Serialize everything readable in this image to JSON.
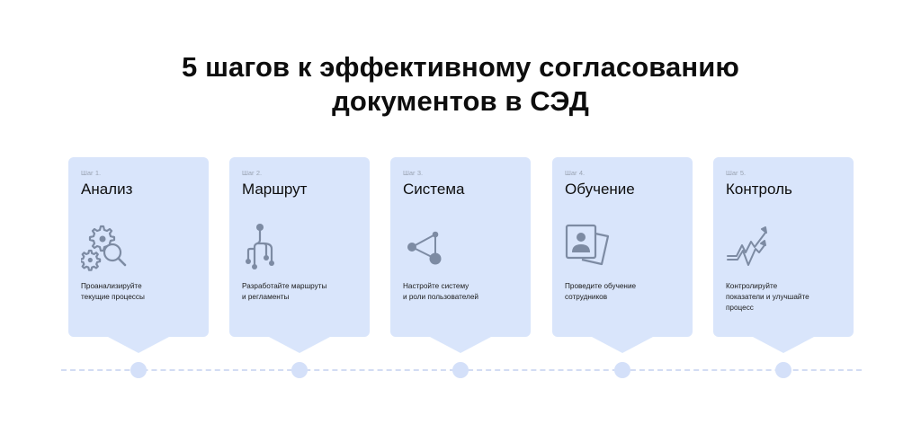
{
  "title": {
    "line1": "5 шагов к эффективному согласованию",
    "line2": "документов в СЭД"
  },
  "colors": {
    "card_bg": "#d9e5fb",
    "icon": "#7d8ba3",
    "timeline": "#d2dcf3",
    "dot": "#d4e0f9"
  },
  "steps": [
    {
      "label": "Шаг 1.",
      "title": "Анализ",
      "icon": "gears-magnifier-icon",
      "desc_line1": "Проанализируйте",
      "desc_line2": "текущие процессы",
      "desc_line3": ""
    },
    {
      "label": "Шаг 2.",
      "title": "Маршрут",
      "icon": "route-branch-icon",
      "desc_line1": "Разработайте маршруты",
      "desc_line2": "и регламенты",
      "desc_line3": ""
    },
    {
      "label": "Шаг 3.",
      "title": "Система",
      "icon": "network-nodes-icon",
      "desc_line1": "Настройте систему",
      "desc_line2": "и роли пользователей",
      "desc_line3": ""
    },
    {
      "label": "Шаг 4.",
      "title": "Обучение",
      "icon": "user-cards-icon",
      "desc_line1": "Проведите обучение",
      "desc_line2": "сотрудников",
      "desc_line3": ""
    },
    {
      "label": "Шаг 5.",
      "title": "Контроль",
      "icon": "growth-chart-icon",
      "desc_line1": "Контролируйте",
      "desc_line2": "показатели и улучшайте",
      "desc_line3": "процесс"
    }
  ]
}
